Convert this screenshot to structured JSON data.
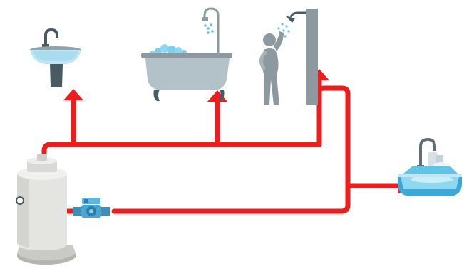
{
  "diagram": {
    "background_color": "#ffffff",
    "pipe_color": "#ee1c1c",
    "fixtures": [
      {
        "name": "wash-basin",
        "icon": "wash-basin-icon"
      },
      {
        "name": "bathtub",
        "icon": "bathtub-icon"
      },
      {
        "name": "shower",
        "icon": "shower-icon"
      },
      {
        "name": "kitchen-sink",
        "icon": "kitchen-sink-icon"
      }
    ],
    "components": [
      {
        "name": "water-heater",
        "icon": "water-heater-icon"
      },
      {
        "name": "circulation-pump",
        "icon": "pump-icon"
      }
    ],
    "colors": {
      "fixture_gray": "#8c9aa0",
      "fixture_dark": "#4a5a62",
      "basin_blue": "#bfe6f4",
      "water_blue": "#5fc4e8",
      "heater_body": "#e4e4e1",
      "pump_blue": "#4aa6cf"
    }
  }
}
